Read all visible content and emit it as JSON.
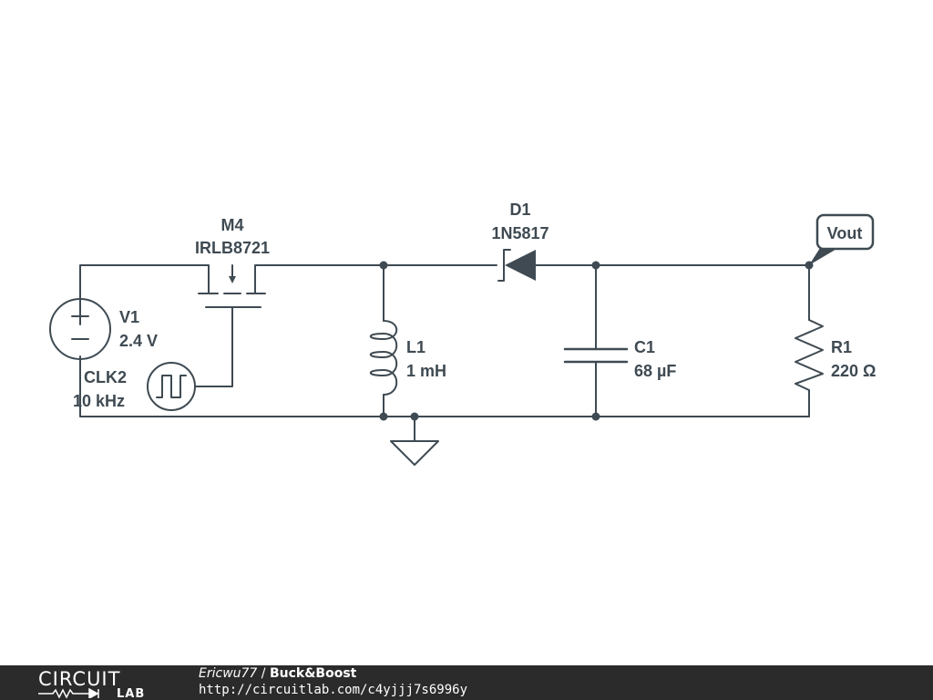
{
  "components": {
    "v1": {
      "name": "V1",
      "value": "2.4 V"
    },
    "clk2": {
      "name": "CLK2",
      "value": "10 kHz"
    },
    "m4": {
      "name": "M4",
      "value": "IRLB8721"
    },
    "l1": {
      "name": "L1",
      "value": "1 mH"
    },
    "d1": {
      "name": "D1",
      "value": "1N5817"
    },
    "c1": {
      "name": "C1",
      "value": "68 µF"
    },
    "r1": {
      "name": "R1",
      "value": "220 Ω"
    }
  },
  "probe": {
    "label": "Vout"
  },
  "footer": {
    "logo_top": "CIRCUIT",
    "logo_bottom": "LAB",
    "author": "Ericwu77",
    "separator": " / ",
    "title": "Buck&Boost",
    "url": "http://circuitlab.com/c4yjjj7s6996y"
  },
  "colors": {
    "line": "#3f4a52",
    "background": "#ffffff",
    "footer_bg": "#2b2b2b",
    "footer_text": "#ffffff"
  }
}
